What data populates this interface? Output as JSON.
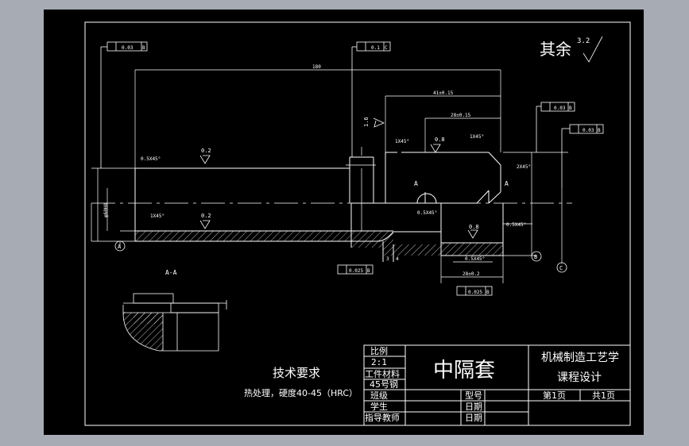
{
  "drawing": {
    "roughness_rest": "其余",
    "roughness_rest_value": "3.2",
    "roughness_values": [
      "0.2",
      "0.2",
      "1.6",
      "0.8",
      "0.8"
    ],
    "section_label": "A-A",
    "section_mark": "A",
    "datums": [
      "A",
      "B",
      "C"
    ],
    "dims": {
      "overall_length": "180",
      "d1": "41±0.15",
      "d2": "28±0.15",
      "d3": "28±0.2",
      "chamfer1": "1X45°",
      "chamfer2": "1X45°",
      "chamfer3": "2X45°",
      "chamfer4": "1X45°",
      "chamfer5": "0.5X45°",
      "chamfer6": "0.5X45°",
      "chamfer7": "0.5X45°",
      "chamfer8": "0.5X45°",
      "width_small": "3",
      "width_small2": "4",
      "ref_dim": "φ60H8"
    },
    "tolerance_frames": [
      "0.03",
      "0.1",
      "0.03",
      "0.03",
      "0.025",
      "0.025"
    ],
    "tolerance_refs": [
      "B",
      "C",
      "B",
      "B",
      "B",
      "B"
    ]
  },
  "notes": {
    "title": "技术要求",
    "line1": "热处理，硬度40-45（HRC）"
  },
  "title_block": {
    "part_name": "中隔套",
    "scale_label": "比例",
    "scale_value": "2:1",
    "material_label": "工件材料",
    "material_value": "45号钢",
    "class_label": "班级",
    "student_label": "学生",
    "teacher_label": "指导教师",
    "model_label": "型号",
    "date_label1": "日期",
    "date_label2": "日期",
    "course_line1": "机械制造工艺学",
    "course_line2": "课程设计",
    "sheet": "第1页",
    "total": "共1页"
  }
}
